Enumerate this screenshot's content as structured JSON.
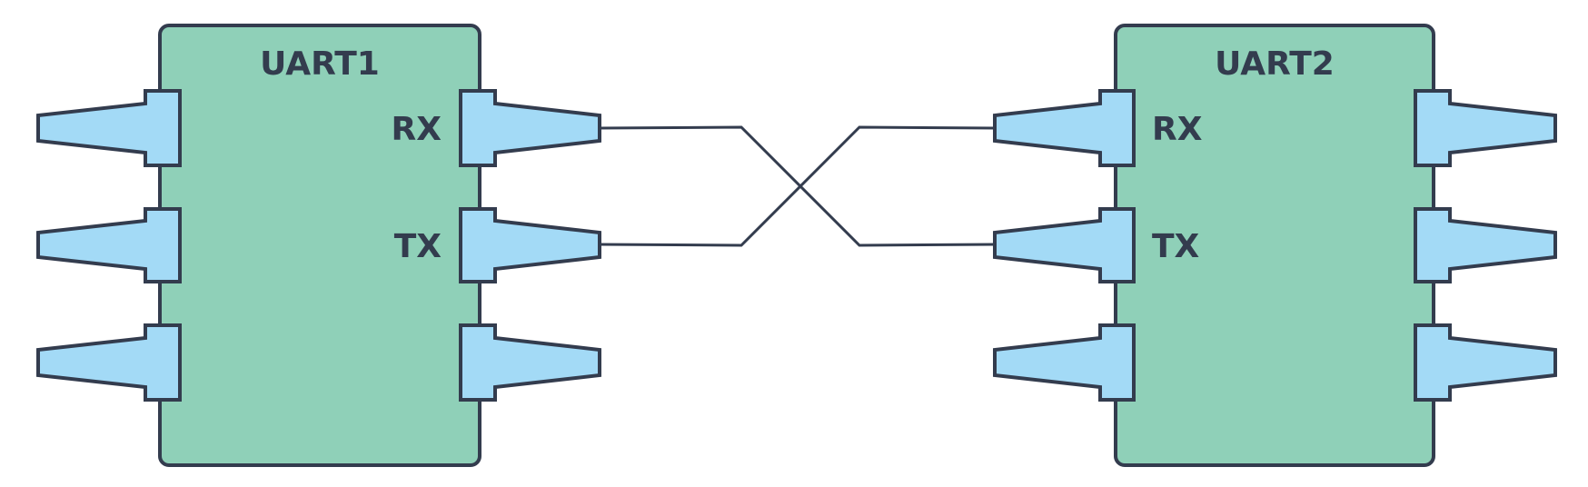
{
  "uart1": {
    "title": "UART1",
    "rx_label": "RX",
    "tx_label": "TX"
  },
  "uart2": {
    "title": "UART2",
    "rx_label": "RX",
    "tx_label": "TX"
  },
  "colors": {
    "chip_fill": "#8fd0b8",
    "pin_fill": "#a3daf6",
    "outline": "#333c4e",
    "background": "#ffffff"
  }
}
